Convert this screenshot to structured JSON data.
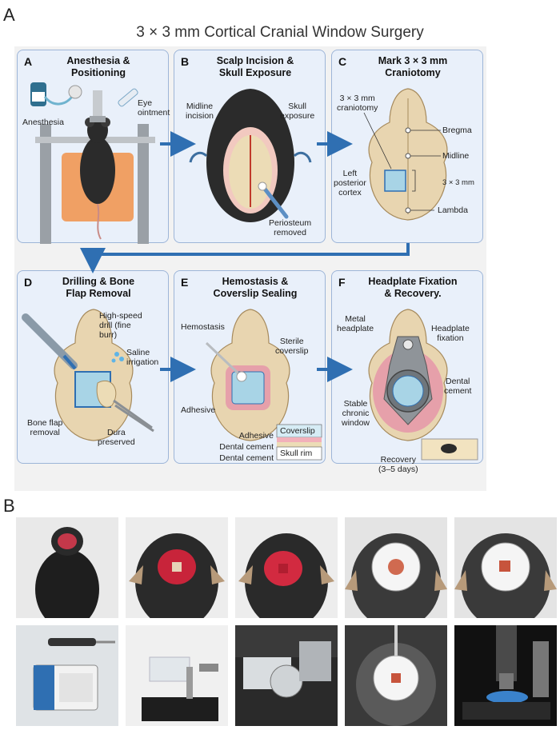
{
  "figure": {
    "panel_a_letter": "A",
    "panel_b_letter": "B",
    "title": "3 × 3 mm Cortical Cranial Window Surgery"
  },
  "steps": [
    {
      "letter": "A",
      "heading": "Anesthesia &\nPositioning",
      "labels": [
        "Anesthesia",
        "Eye\nointment"
      ]
    },
    {
      "letter": "B",
      "heading": "Scalp Incision &\nSkull Exposure",
      "labels": [
        "Midline\nincision",
        "Skull\nexposure",
        "Periosteum\nremoved"
      ]
    },
    {
      "letter": "C",
      "heading": "Mark 3 × 3 mm\nCraniotomy",
      "labels": [
        "3 × 3 mm\ncraniotomy",
        "Bregma",
        "Midline",
        "Left\nposterior\ncortex",
        "3 × 3 mm",
        "Lambda"
      ]
    },
    {
      "letter": "D",
      "heading": "Drilling & Bone\nFlap Removal",
      "labels": [
        "High-speed\ndrill (fine\nburr)",
        "Saline\nirrigation",
        "Bone flap\nremoval",
        "Dura\npreserved"
      ]
    },
    {
      "letter": "E",
      "heading": "Hemostasis &\nCoverslip Sealing",
      "labels": [
        "Hemostasis",
        "Sterile\ncoverslip",
        "Adhesive",
        "Coverslip",
        "Adhesive",
        "Dental cement",
        "Dental cement",
        "Skull rim"
      ]
    },
    {
      "letter": "F",
      "heading": "Headplate Fixation\n& Recovery.",
      "labels": [
        "Metal\nheadplate",
        "Headplate\nfixation",
        "Dental\ncement",
        "Stable\nchronic\nwindow",
        "Recovery\n(3–5 days)"
      ]
    }
  ],
  "colors": {
    "panel_fill": "#e9f0fa",
    "panel_border": "#9db5d8",
    "arrow": "#2f6fb2",
    "skull": "#e8d5b0",
    "mouse": "#2b2b2b",
    "pad": "#f0a064",
    "window": "#a8d4e6",
    "tissue": "#e6a0aa"
  },
  "photos_row1": [
    "photo-mouse-back",
    "photo-scalp-open",
    "photo-craniotomy",
    "photo-headplate-mounted",
    "photo-window-closeup"
  ],
  "photos_row2": [
    "photo-drill-unit",
    "photo-stereotaxic-frame",
    "photo-frame-topview",
    "photo-headplate-holder",
    "photo-microscope"
  ]
}
